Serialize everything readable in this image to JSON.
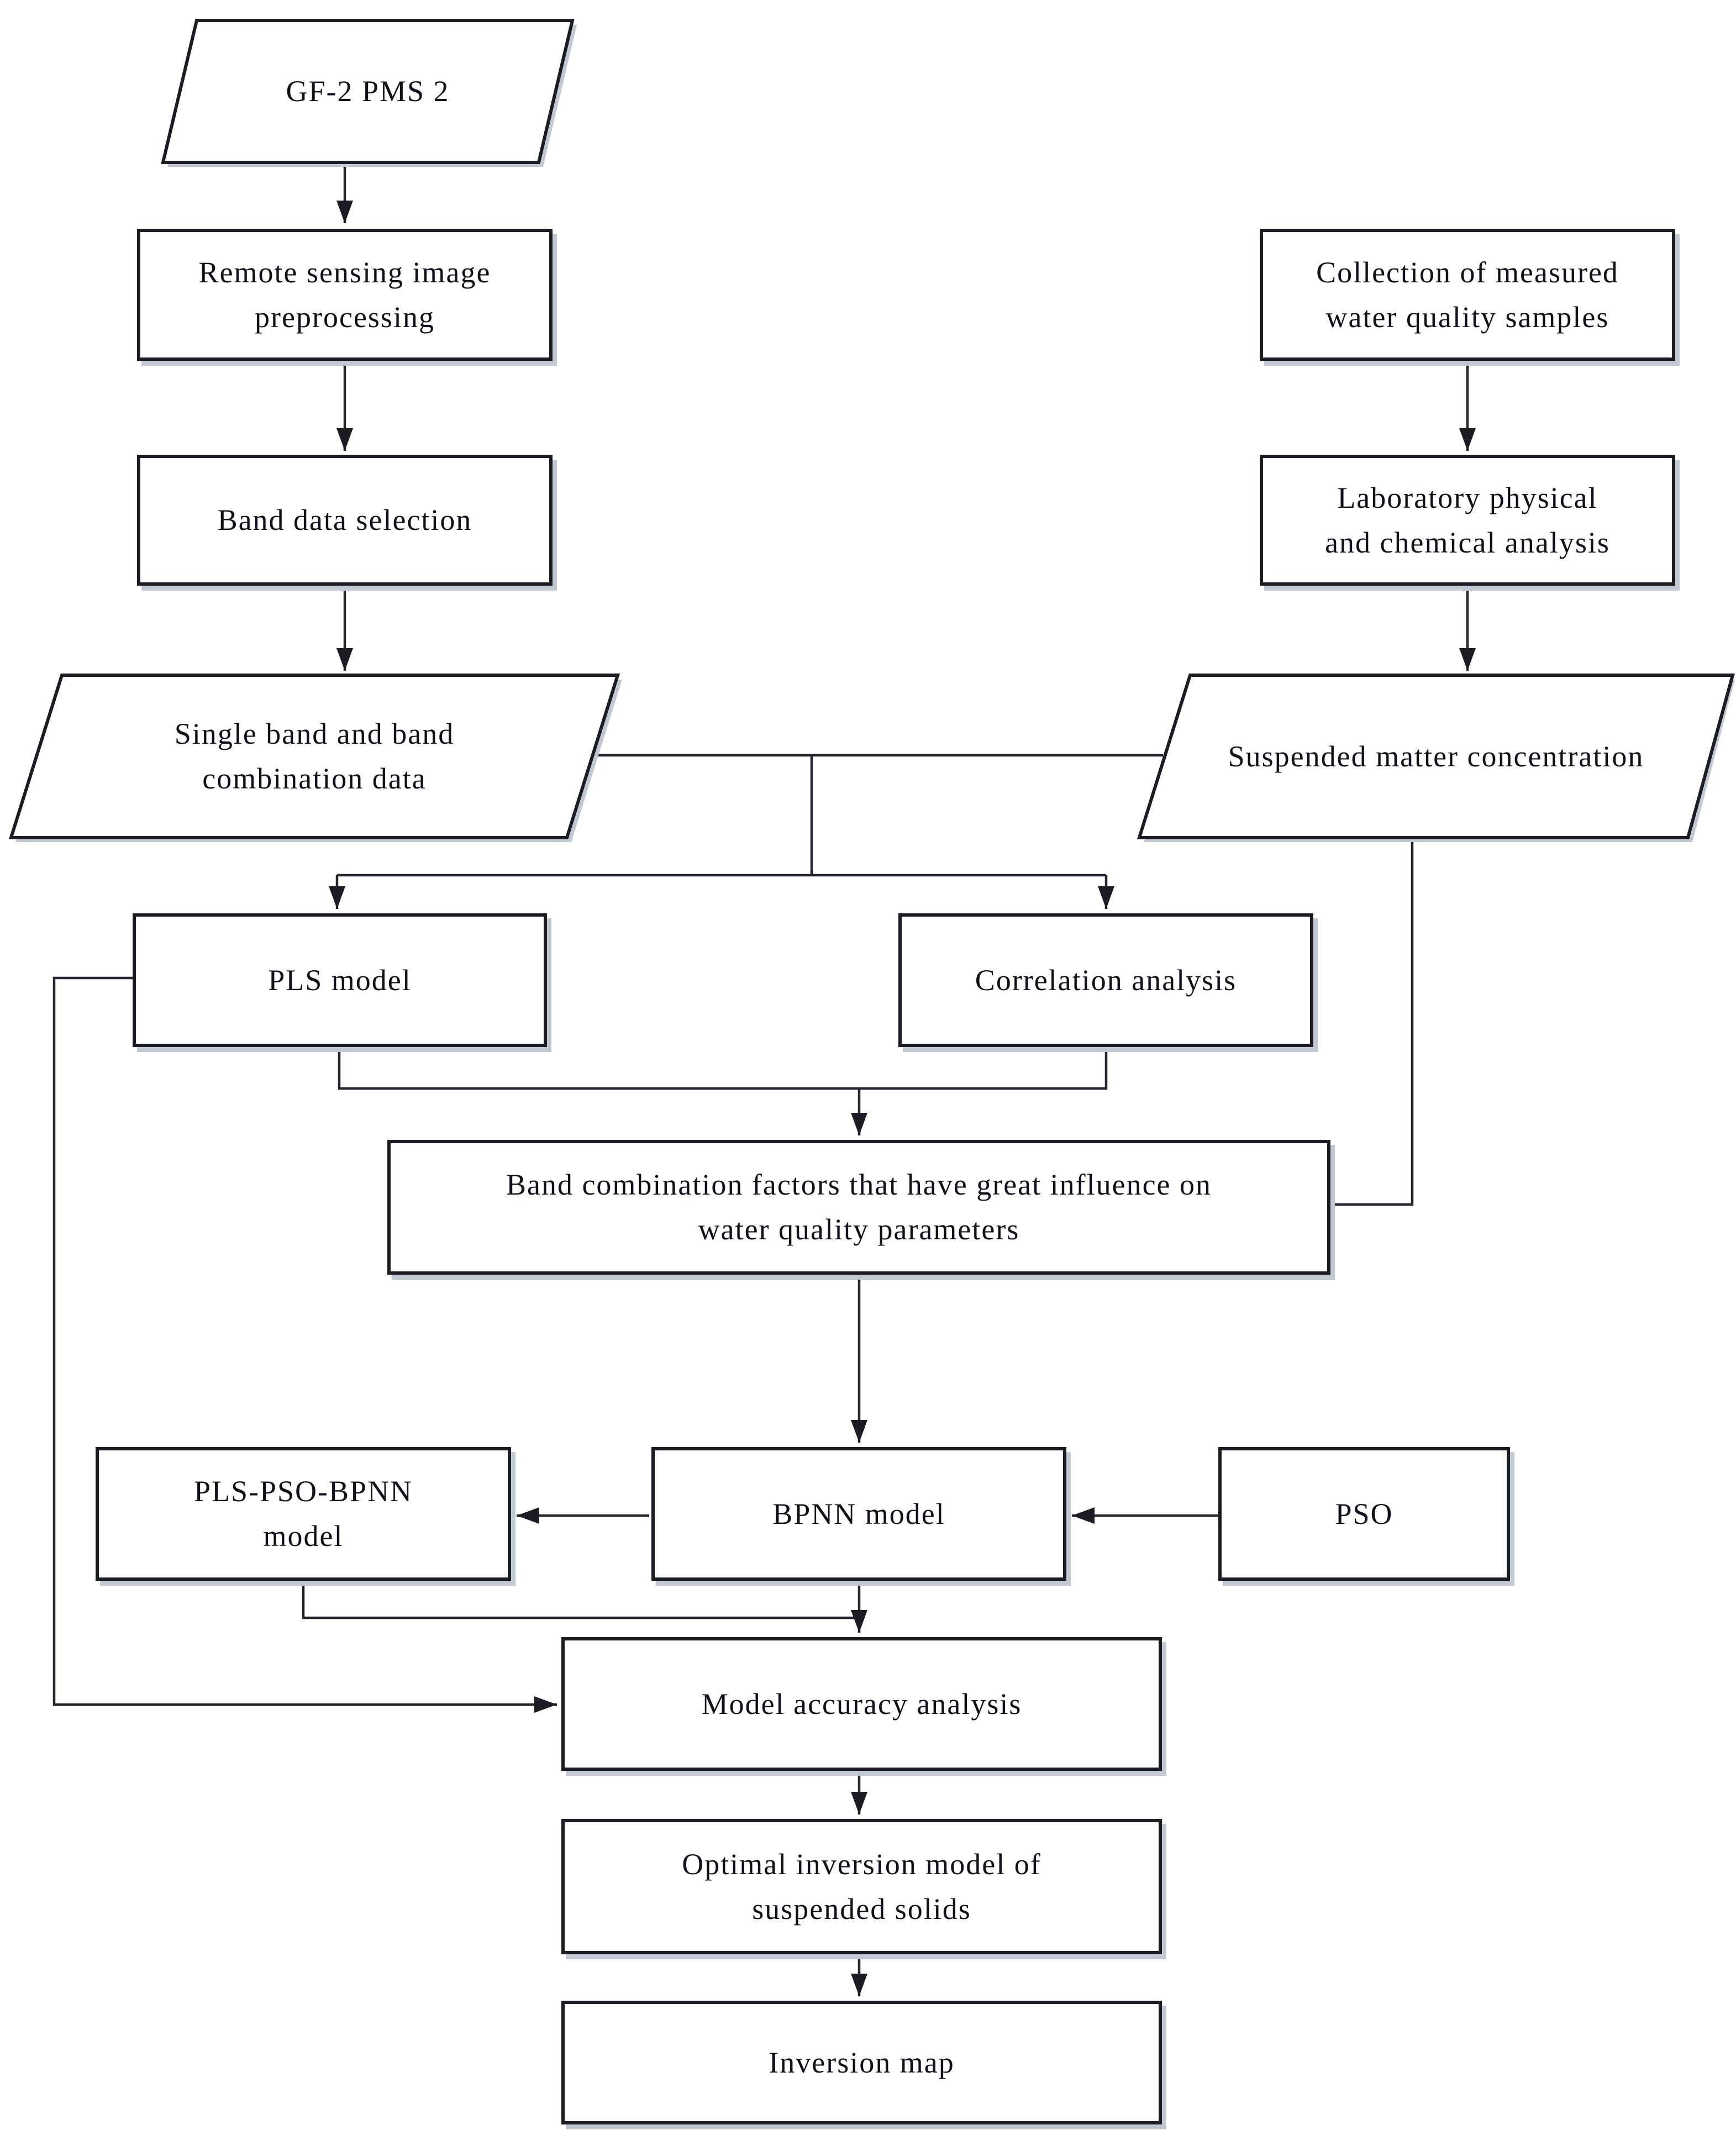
{
  "figure": {
    "type": "flowchart",
    "title": "Suspended solids inversion modeling workflow"
  },
  "colors": {
    "line": "#26262e",
    "border": "#1c1c24",
    "box_fill": "#ffffff",
    "text": "#10101a",
    "shadow": "#c3c9d2"
  },
  "nodes": {
    "gf2": {
      "label": "GF-2 PMS 2",
      "shape": "parallelogram"
    },
    "preprocess": {
      "label": "Remote sensing image\npreprocessing",
      "shape": "rect"
    },
    "bandsel": {
      "label": "Band data selection",
      "shape": "rect"
    },
    "singleband": {
      "label": "Single band and band\ncombination data",
      "shape": "parallelogram"
    },
    "collection": {
      "label": "Collection of measured\nwater quality samples",
      "shape": "rect"
    },
    "lab": {
      "label": "Laboratory physical\nand chemical analysis",
      "shape": "rect"
    },
    "suspended": {
      "label": "Suspended matter concentration",
      "shape": "parallelogram"
    },
    "pls": {
      "label": "PLS model",
      "shape": "rect"
    },
    "corr": {
      "label": "Correlation analysis",
      "shape": "rect"
    },
    "bandfactors": {
      "label": "Band combination factors that have great influence on\nwater quality parameters",
      "shape": "rect"
    },
    "plspsobpnn": {
      "label": "PLS-PSO-BPNN\nmodel",
      "shape": "rect"
    },
    "bpnn": {
      "label": "BPNN model",
      "shape": "rect"
    },
    "pso": {
      "label": "PSO",
      "shape": "rect"
    },
    "accuracy": {
      "label": "Model accuracy analysis",
      "shape": "rect"
    },
    "optimal": {
      "label": "Optimal inversion model of\nsuspended solids",
      "shape": "rect"
    },
    "inversionmap": {
      "label": "Inversion map",
      "shape": "rect"
    }
  },
  "edges": [
    {
      "from": "gf2",
      "to": "preprocess",
      "arrow": true
    },
    {
      "from": "preprocess",
      "to": "bandsel",
      "arrow": true
    },
    {
      "from": "bandsel",
      "to": "singleband",
      "arrow": true
    },
    {
      "from": "collection",
      "to": "lab",
      "arrow": true
    },
    {
      "from": "lab",
      "to": "suspended",
      "arrow": true
    },
    {
      "from": "singleband",
      "to": "pls",
      "arrow": true
    },
    {
      "from": "singleband",
      "to": "corr",
      "arrow": true
    },
    {
      "from": "suspended",
      "to": "bandfactors",
      "arrow": false
    },
    {
      "from": "pls",
      "to": "bandfactors",
      "arrow": true
    },
    {
      "from": "corr",
      "to": "bandfactors",
      "arrow": true
    },
    {
      "from": "bandfactors",
      "to": "bpnn",
      "arrow": true
    },
    {
      "from": "bpnn",
      "to": "plspsobpnn",
      "arrow": true
    },
    {
      "from": "pso",
      "to": "bpnn",
      "arrow": true
    },
    {
      "from": "bpnn",
      "to": "accuracy",
      "arrow": true
    },
    {
      "from": "plspsobpnn",
      "to": "accuracy",
      "arrow": true
    },
    {
      "from": "pls",
      "to": "accuracy",
      "arrow": true
    },
    {
      "from": "accuracy",
      "to": "optimal",
      "arrow": true
    },
    {
      "from": "optimal",
      "to": "inversionmap",
      "arrow": true
    }
  ]
}
